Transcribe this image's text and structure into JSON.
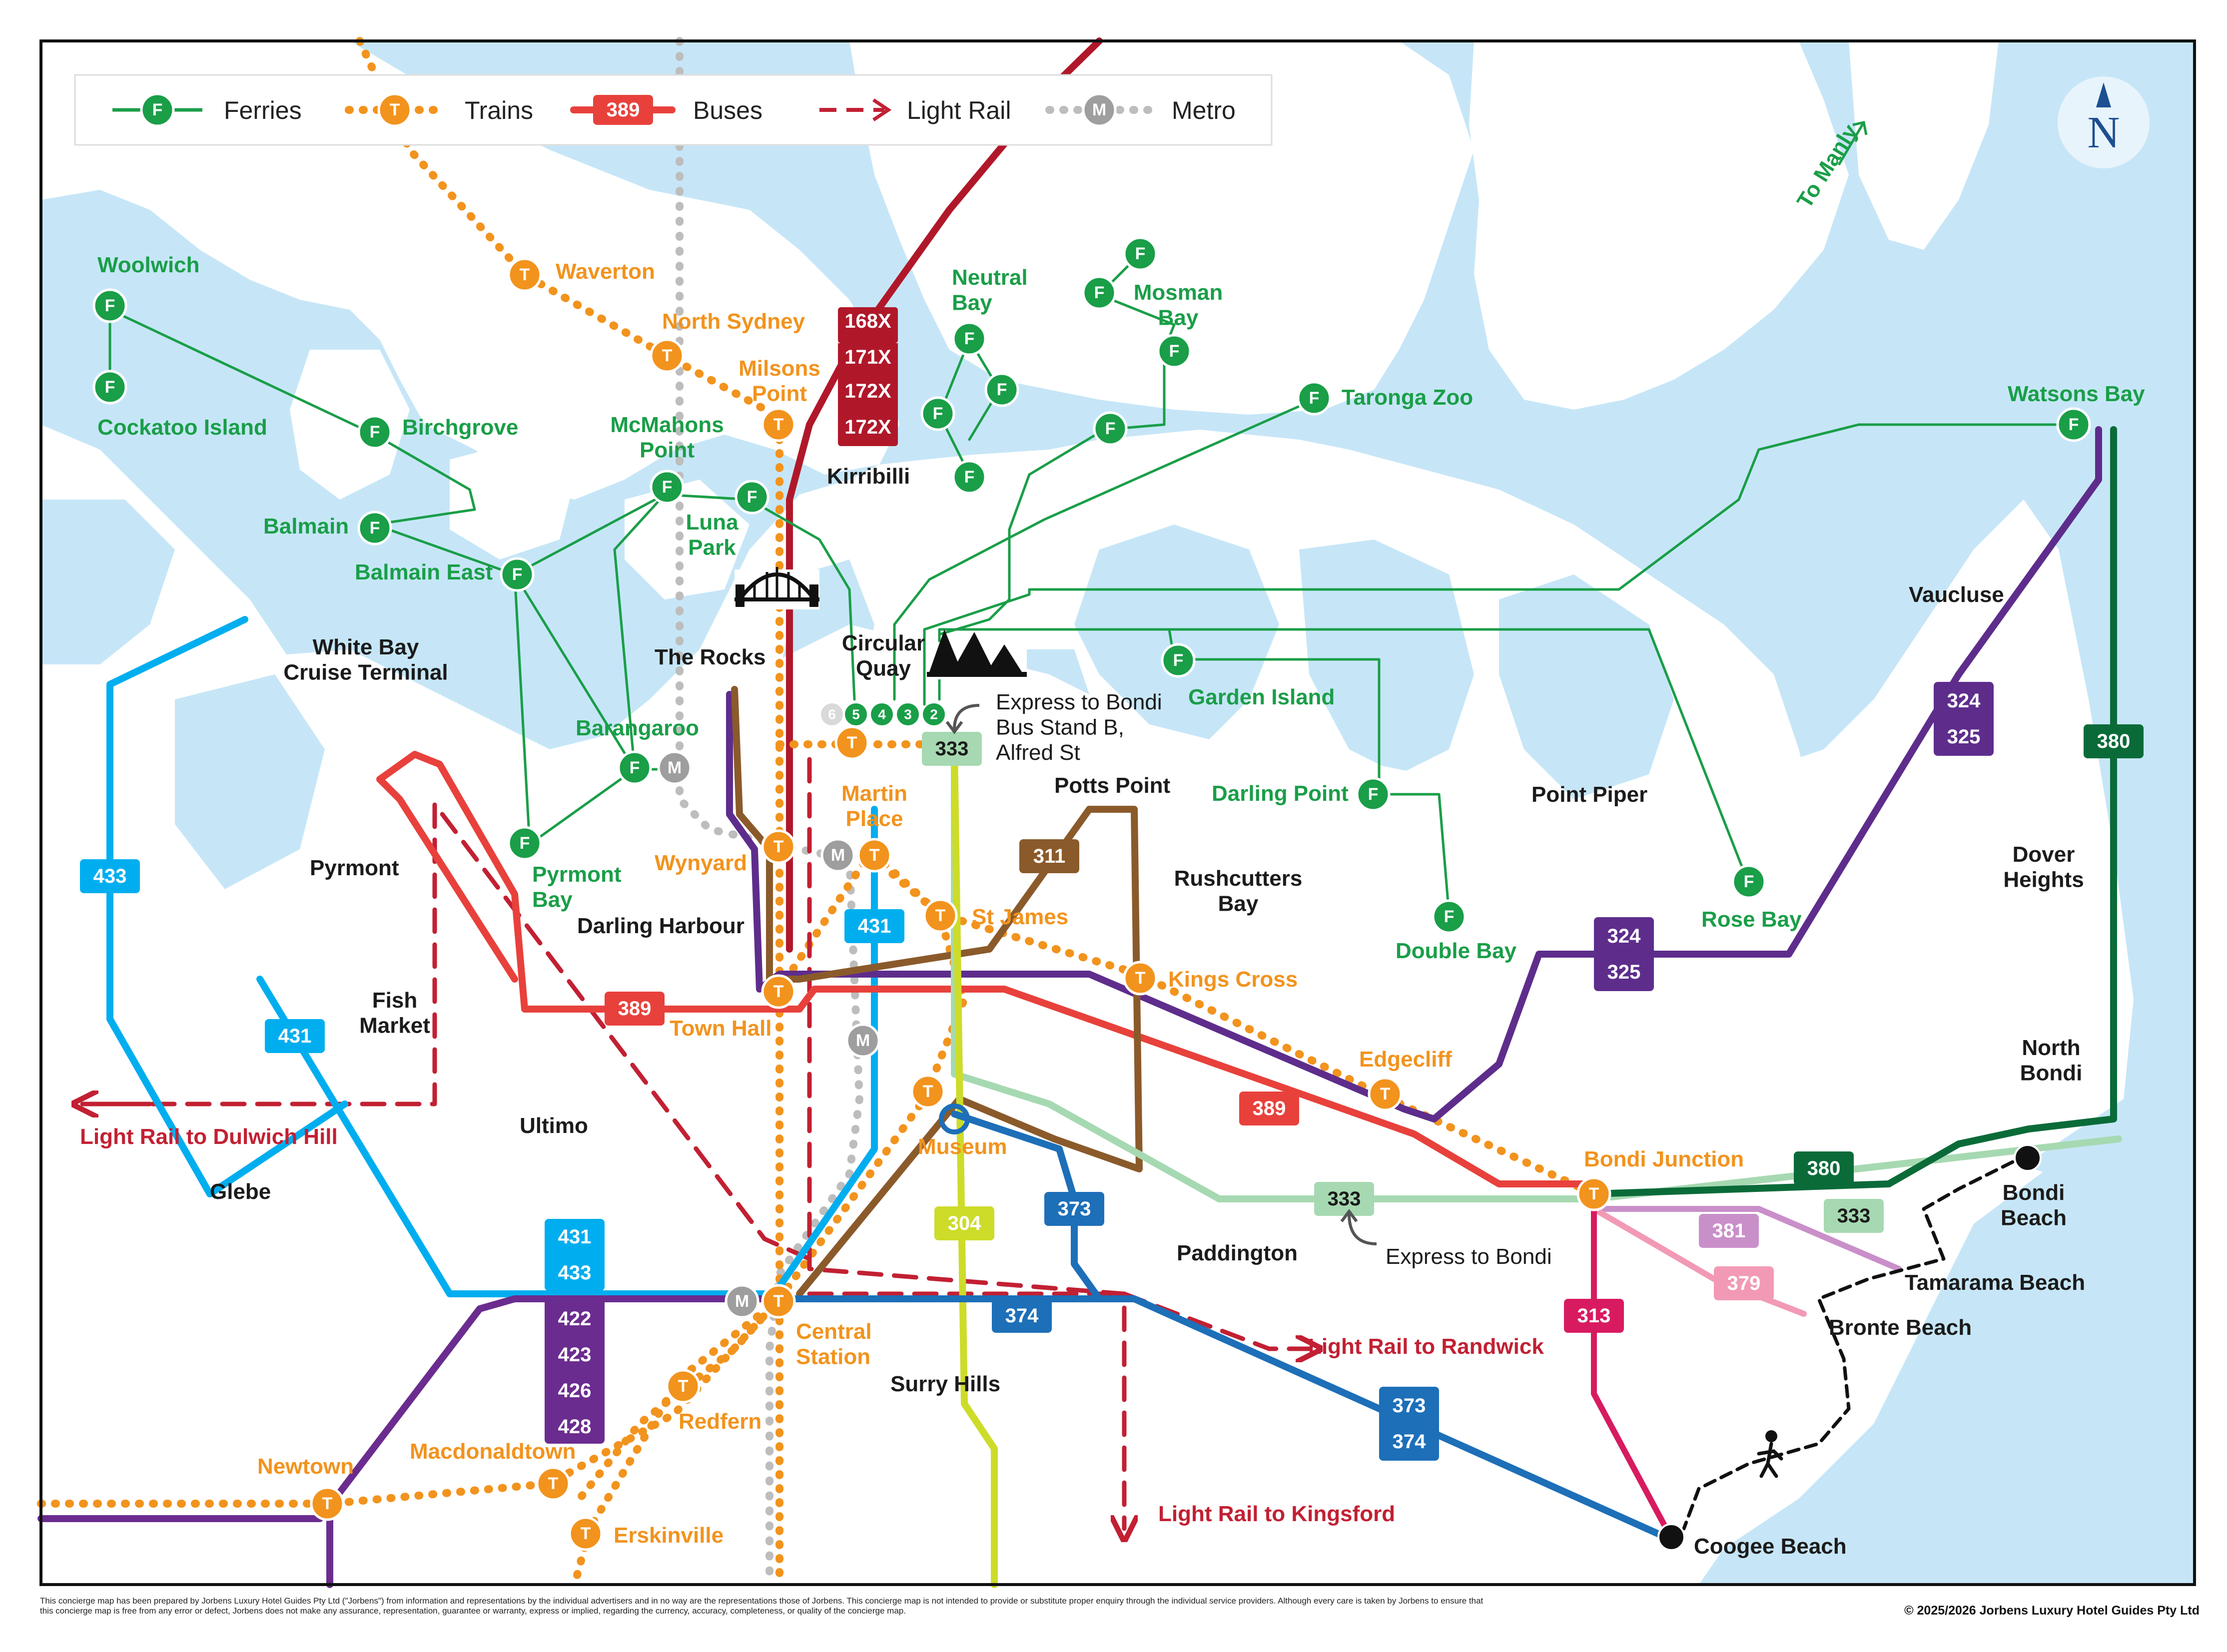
{
  "legend": {
    "ferries": "Ferries",
    "trains": "Trains",
    "buses": "Buses",
    "bus_example": "389",
    "light_rail": "Light Rail",
    "metro": "Metro"
  },
  "compass": "N",
  "colors": {
    "water": "#c6e6f7",
    "ferry": "#1a9e48",
    "train": "#f2931d",
    "metro": "#bdbdbd",
    "light_rail": "#c22033",
    "bus_red": "#e8413c",
    "bus_blue": "#00aeef",
    "bus_purple": "#5e2d8c",
    "bus_brown": "#8b5a2b",
    "bus_mint": "#a6d9b1",
    "bus_darkgreen": "#0a6b39",
    "bus_navy": "#1d6fb8",
    "bus_lime": "#cddc29",
    "bus_pink": "#f29ab5",
    "bus_magenta": "#d81b60",
    "bus_lilac": "#c98fc9",
    "bus_maroon": "#b0182a"
  },
  "icons": {
    "ferry": "F",
    "train": "T",
    "metro": "M",
    "bridge": "harbour-bridge-icon",
    "opera": "opera-house-icon",
    "walker": "walker-icon"
  },
  "ferry_labels": {
    "woolwich": "Woolwich",
    "cockatoo": "Cockatoo Island",
    "birchgrove": "Birchgrove",
    "balmain": "Balmain",
    "balmain_east": "Balmain East",
    "mcmahons": "McMahons\nPoint",
    "luna_park": "Luna\nPark",
    "barangaroo": "Barangaroo",
    "pyrmont_bay": "Pyrmont\nBay",
    "neutral_bay": "Neutral\nBay",
    "mosman_bay": "Mosman\nBay",
    "taronga": "Taronga Zoo",
    "to_manly": "To Manly",
    "watsons_bay": "Watsons Bay",
    "garden_island": "Garden Island",
    "darling_point": "Darling Point",
    "double_bay": "Double Bay",
    "rose_bay": "Rose Bay",
    "circular_quay": "Circular\nQuay"
  },
  "train_labels": {
    "waverton": "Waverton",
    "north_sydney": "North Sydney",
    "milsons_point": "Milsons\nPoint",
    "wynyard": "Wynyard",
    "martin_place": "Martin\nPlace",
    "st_james": "St James",
    "kings_cross": "Kings Cross",
    "edgecliff": "Edgecliff",
    "bondi_junction": "Bondi Junction",
    "town_hall": "Town Hall",
    "museum": "Museum",
    "central": "Central\nStation",
    "redfern": "Redfern",
    "macdonaldtown": "Macdonaldtown",
    "newtown": "Newtown",
    "erskinville": "Erskinville"
  },
  "place_labels": {
    "kirribilli": "Kirribilli",
    "the_rocks": "The Rocks",
    "white_bay": "White Bay\nCruise Terminal",
    "pyrmont": "Pyrmont",
    "darling_harbour": "Darling Harbour",
    "fish_market": "Fish\nMarket",
    "ultimo": "Ultimo",
    "glebe": "Glebe",
    "potts_point": "Potts Point",
    "rushcutters": "Rushcutters\nBay",
    "point_piper": "Point Piper",
    "vaucluse": "Vaucluse",
    "dover_heights": "Dover\nHeights",
    "north_bondi": "North\nBondi",
    "bondi_beach": "Bondi\nBeach",
    "tamarama": "Tamarama Beach",
    "bronte": "Bronte Beach",
    "coogee": "Coogee Beach",
    "paddington": "Paddington",
    "surry_hills": "Surry Hills",
    "express_bondi_stand": "Express to Bondi\nBus Stand B,\nAlfred St",
    "express_bondi": "Express to Bondi"
  },
  "light_rail_labels": {
    "dulwich": "Light Rail to Dulwich Hill",
    "randwick": "Light Rail to Randwick",
    "kingsford": "Light Rail to Kingsford"
  },
  "wharves": [
    "6",
    "5",
    "4",
    "3",
    "2"
  ],
  "bus_tags": {
    "r168x": "168X",
    "r171x": "171X",
    "r172x_a": "172X",
    "r172x_b": "172X",
    "r433_a": "433",
    "r431_a": "431",
    "r431_b": "431",
    "r389": "389",
    "r311": "311",
    "r333_a": "333",
    "r333_b": "333",
    "r333_c": "333",
    "r324_a": "324",
    "r325_a": "325",
    "r324_b": "324",
    "r325_b": "325",
    "r380_a": "380",
    "r380_b": "380",
    "r381": "381",
    "r379": "379",
    "r313": "313",
    "r373_a": "373",
    "r373_b": "373",
    "r374_a": "374",
    "r374_b": "374",
    "r304": "304",
    "r431_c": "431",
    "r433_c": "433",
    "r422": "422",
    "r423": "423",
    "r426": "426",
    "r428": "428",
    "r389_b": "389"
  },
  "footer": {
    "disclaimer": "This concierge map has been prepared by Jorbens Luxury Hotel Guides Pty Ltd (\"Jorbens\") from information and representations by the individual advertisers and in no way are the representations those of Jorbens. This concierge map is not intended to provide or substitute proper enquiry through the individual service providers. Although every care is taken by Jorbens to ensure that this concierge map is free from any error or defect, Jorbens does not make any assurance, representation, guarantee or warranty, express or implied, regarding the currency, accuracy, completeness, or quality of the concierge map.",
    "copyright": "© 2025/2026 Jorbens Luxury Hotel Guides Pty Ltd"
  }
}
